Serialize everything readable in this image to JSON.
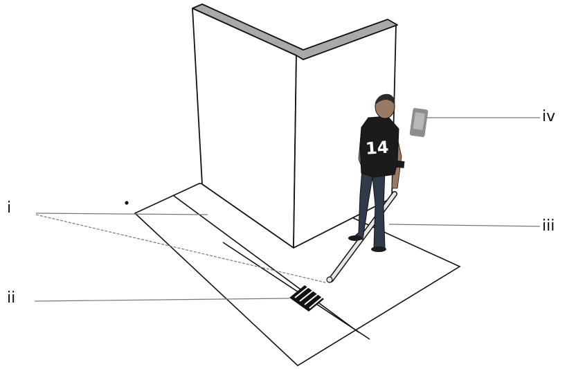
{
  "labels": {
    "i": "i",
    "ii": "ii",
    "iii": "iii",
    "iv": "iv"
  },
  "person": {
    "shirt_number": "14"
  },
  "colors": {
    "line": "#111111",
    "wall_top": "#a9a9a9",
    "wall_face": "#ffffff",
    "shirt": "#1b1b1b",
    "jeans": "#2f3a4a",
    "skin": "#9a7a62",
    "device": "#8d8d8d",
    "pole": "#e6e6e6",
    "leader": "#777777"
  }
}
